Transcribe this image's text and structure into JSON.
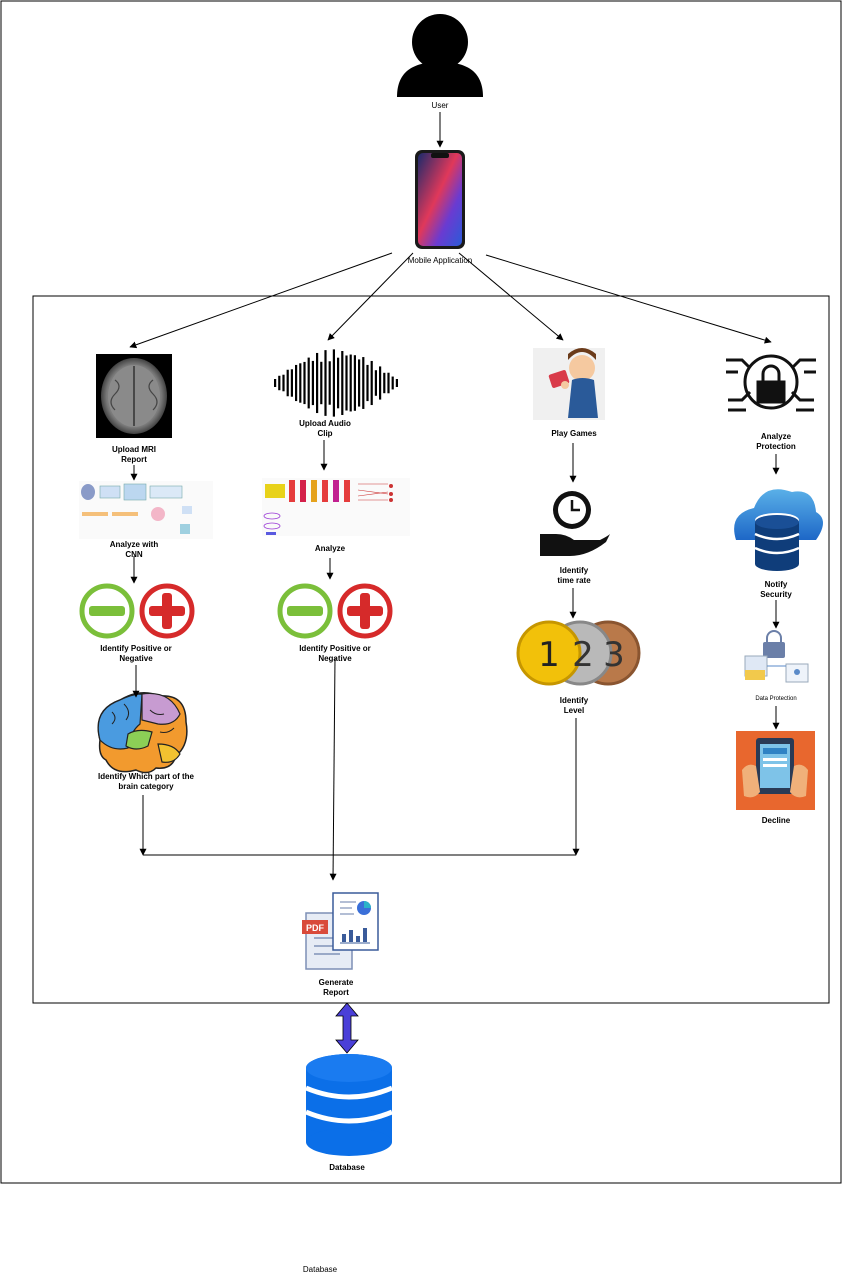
{
  "diagram": {
    "user": "User",
    "mobile_app": "Mobile Application",
    "mri": {
      "upload": [
        "Upload MRI",
        "Report"
      ],
      "analyze": [
        "Analyze with",
        "CNN"
      ],
      "identify": [
        "Identify Positive or",
        "Negative"
      ],
      "brain": [
        "Identify Which part of the",
        "brain category"
      ]
    },
    "audio": {
      "upload": [
        "Upload Audio",
        "Clip"
      ],
      "analyze": "Analyze",
      "identify": [
        "Identify Positive or",
        "Negative"
      ]
    },
    "games": {
      "play": "Play Games",
      "time": [
        "Identify",
        "time rate"
      ],
      "level": [
        "Identify",
        "Level"
      ],
      "medal_numbers": [
        "1",
        "2",
        "3"
      ]
    },
    "protection": {
      "analyze": [
        "Analyze",
        "Protection"
      ],
      "notify": [
        "Notify",
        "Security"
      ],
      "data_protection": "Data Protection",
      "decline": "Decline"
    },
    "report": [
      "Generate",
      "Report"
    ],
    "pdf_tag": "PDF",
    "database": "Database",
    "footer_database": "Database"
  },
  "colors": {
    "accent_blue": "#1a73e8",
    "arrow_blue": "#4a3fd8",
    "medal_gold": "#f2c10a",
    "medal_silver": "#b9b9b9",
    "medal_bronze": "#b9794a",
    "minus_green": "#7bbf3a",
    "plus_red": "#d62a2a"
  }
}
